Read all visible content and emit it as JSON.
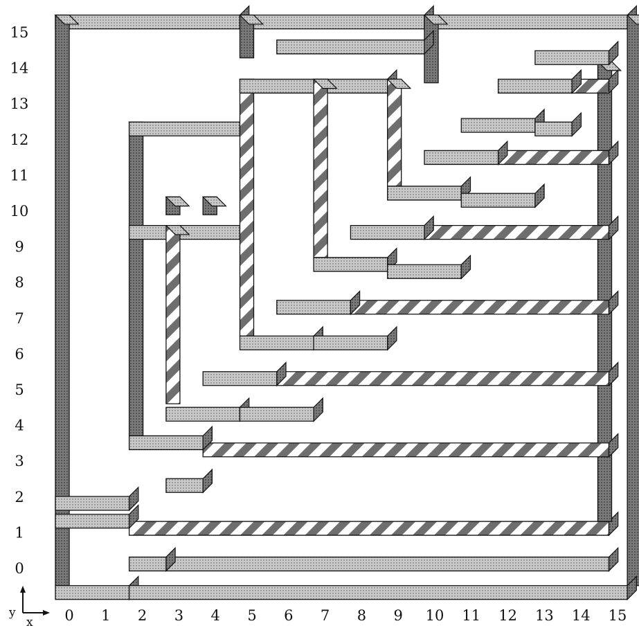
{
  "diagram": {
    "x_ticks": [
      "0",
      "1",
      "2",
      "3",
      "4",
      "5",
      "6",
      "7",
      "8",
      "9",
      "10",
      "11",
      "12",
      "13",
      "14",
      "15"
    ],
    "y_ticks": [
      "0",
      "1",
      "2",
      "3",
      "4",
      "5",
      "6",
      "7",
      "8",
      "9",
      "10",
      "11",
      "12",
      "13",
      "14",
      "15"
    ],
    "axis_labels": {
      "x": "x",
      "y": "y"
    },
    "colors": {
      "stroke": "#111111",
      "top_face": "#c9c9c9",
      "side_face": "#7a7a7a",
      "background": "#ffffff"
    },
    "wires": [
      {
        "name": "frame-top-left",
        "from": [
          0,
          15.5
        ],
        "to": [
          5,
          15.5
        ]
      },
      {
        "name": "frame-top-mid",
        "from": [
          5,
          15.5
        ],
        "to": [
          10,
          15.5
        ]
      },
      {
        "name": "frame-top-right",
        "from": [
          10,
          15.5
        ],
        "to": [
          15.5,
          15.5
        ]
      },
      {
        "name": "frame-left",
        "from": [
          0,
          15.5
        ],
        "to": [
          0,
          -0.5
        ]
      },
      {
        "name": "frame-right",
        "from": [
          15.5,
          15.5
        ],
        "to": [
          15.5,
          -0.5
        ]
      },
      {
        "name": "frame-bottom-left",
        "from": [
          0,
          -0.5
        ],
        "to": [
          2,
          -0.5
        ]
      },
      {
        "name": "frame-bottom",
        "from": [
          2,
          -0.5
        ],
        "to": [
          15.5,
          -0.5
        ]
      },
      {
        "name": "wall-x5",
        "from": [
          5,
          15.5
        ],
        "to": [
          5,
          14.3
        ]
      },
      {
        "name": "wall-x10",
        "from": [
          10,
          15.5
        ],
        "to": [
          10,
          13.6
        ]
      },
      {
        "name": "top-bar",
        "from": [
          6,
          14.8
        ],
        "to": [
          10,
          14.8
        ]
      },
      {
        "name": "row1-left",
        "from": [
          0,
          2
        ],
        "to": [
          2,
          2
        ]
      },
      {
        "name": "row0-wire",
        "from": [
          2,
          1.3
        ],
        "to": [
          15,
          1.3
        ]
      },
      {
        "name": "row0-inner",
        "from": [
          3,
          0.3
        ],
        "to": [
          15,
          0.3
        ]
      },
      {
        "name": "row0-stub",
        "from": [
          2,
          0.3
        ],
        "to": [
          3,
          0.3
        ]
      },
      {
        "name": "right-inner-col",
        "from": [
          14.7,
          14.2
        ],
        "to": [
          14.7,
          1.3
        ]
      },
      {
        "name": "row3-wire",
        "from": [
          4,
          3.5
        ],
        "to": [
          15,
          3.5
        ]
      },
      {
        "name": "row5-wire",
        "from": [
          6,
          5.5
        ],
        "to": [
          15,
          5.5
        ]
      },
      {
        "name": "row7-wire",
        "from": [
          8,
          7.5
        ],
        "to": [
          15,
          7.5
        ]
      },
      {
        "name": "row9-wire",
        "from": [
          10,
          9.6
        ],
        "to": [
          15,
          9.6
        ]
      },
      {
        "name": "row11-wire",
        "from": [
          12,
          11.7
        ],
        "to": [
          15,
          11.7
        ]
      },
      {
        "name": "row13-wire",
        "from": [
          14,
          13.7
        ],
        "to": [
          15,
          13.7
        ]
      },
      {
        "name": "left-col-x2",
        "from": [
          2,
          12.5
        ],
        "to": [
          2,
          3.7
        ]
      },
      {
        "name": "col-x2-top",
        "from": [
          2,
          12.5
        ],
        "to": [
          5,
          12.5
        ]
      },
      {
        "name": "col-x2-mid",
        "from": [
          2,
          9.6
        ],
        "to": [
          5,
          9.6
        ]
      },
      {
        "name": "col-x3",
        "from": [
          3,
          9.6
        ],
        "to": [
          3,
          4.6
        ]
      },
      {
        "name": "col-x5",
        "from": [
          5,
          13.7
        ],
        "to": [
          5,
          6.5
        ]
      },
      {
        "name": "col-x5-top",
        "from": [
          5,
          13.7
        ],
        "to": [
          9,
          13.7
        ]
      },
      {
        "name": "col-x7",
        "from": [
          7,
          13.7
        ],
        "to": [
          7,
          8.7
        ]
      },
      {
        "name": "col-x9",
        "from": [
          9,
          13.7
        ],
        "to": [
          9,
          10.7
        ]
      },
      {
        "name": "row1-mid",
        "from": [
          0,
          1.5
        ],
        "to": [
          2,
          1.5
        ]
      },
      {
        "name": "step-a",
        "from": [
          2,
          3.7
        ],
        "to": [
          4,
          3.7
        ]
      },
      {
        "name": "step-b",
        "from": [
          3,
          2.5
        ],
        "to": [
          4,
          2.5
        ]
      },
      {
        "name": "step-c",
        "from": [
          3,
          4.5
        ],
        "to": [
          5,
          4.5
        ]
      },
      {
        "name": "step-d",
        "from": [
          4,
          5.5
        ],
        "to": [
          6,
          5.5
        ]
      },
      {
        "name": "step-e",
        "from": [
          5,
          6.5
        ],
        "to": [
          7,
          6.5
        ]
      },
      {
        "name": "step-f",
        "from": [
          6,
          7.5
        ],
        "to": [
          8,
          7.5
        ]
      },
      {
        "name": "step-g",
        "from": [
          7,
          8.7
        ],
        "to": [
          9,
          8.7
        ]
      },
      {
        "name": "step-h",
        "from": [
          8,
          9.6
        ],
        "to": [
          10,
          9.6
        ]
      },
      {
        "name": "step-i",
        "from": [
          9,
          10.7
        ],
        "to": [
          11,
          10.7
        ]
      },
      {
        "name": "step-j",
        "from": [
          10,
          11.7
        ],
        "to": [
          12,
          11.7
        ]
      },
      {
        "name": "step-k",
        "from": [
          11,
          12.6
        ],
        "to": [
          13,
          12.6
        ]
      },
      {
        "name": "step-l",
        "from": [
          12,
          13.7
        ],
        "to": [
          14,
          13.7
        ]
      },
      {
        "name": "step-m",
        "from": [
          13,
          14.5
        ],
        "to": [
          15,
          14.5
        ]
      },
      {
        "name": "step-n",
        "from": [
          5,
          4.5
        ],
        "to": [
          7,
          4.5
        ]
      },
      {
        "name": "step-o",
        "from": [
          7,
          6.5
        ],
        "to": [
          9,
          6.5
        ]
      },
      {
        "name": "step-p",
        "from": [
          9,
          8.5
        ],
        "to": [
          11,
          8.5
        ]
      },
      {
        "name": "step-q",
        "from": [
          11,
          10.5
        ],
        "to": [
          13,
          10.5
        ]
      },
      {
        "name": "step-r",
        "from": [
          13,
          12.5
        ],
        "to": [
          14,
          12.5
        ]
      },
      {
        "name": "stub-x3-10",
        "from": [
          3,
          10.4
        ],
        "to": [
          3,
          9.9
        ]
      },
      {
        "name": "stub-x4-10",
        "from": [
          4,
          10.4
        ],
        "to": [
          4,
          9.9
        ]
      }
    ]
  }
}
